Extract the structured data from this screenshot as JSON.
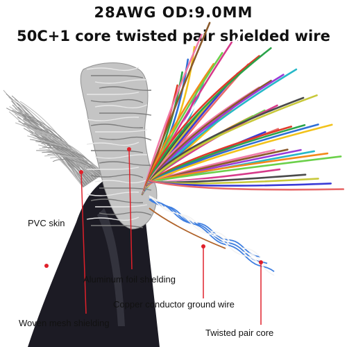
{
  "title": {
    "line1": "28AWG   OD:9.0MM",
    "line2": "50C+1 core twisted pair shielded wire"
  },
  "labels": {
    "pvc_skin": "PVC skin",
    "aluminum_foil": "Aluminum foil shielding",
    "copper_ground": "Copper conductor ground wire",
    "woven_mesh": "Woven mesh shielding",
    "twisted_pair": "Twisted pair core"
  },
  "colors": {
    "jacket": "#1c1b24",
    "foil": "#bdbdbd",
    "mesh": "#9a9a9a",
    "marker": "#e0202a",
    "wires": [
      "#e03a2a",
      "#2aa34a",
      "#2f6fd6",
      "#f2c21a",
      "#f07aa8",
      "#8a5a2b",
      "#9a3ad6",
      "#27b8c8",
      "#f28a1a",
      "#6bd04a",
      "#d63a8a",
      "#ffffff",
      "#4a4a4a",
      "#c8c83a",
      "#3a3ad6",
      "#e86a6a"
    ]
  }
}
